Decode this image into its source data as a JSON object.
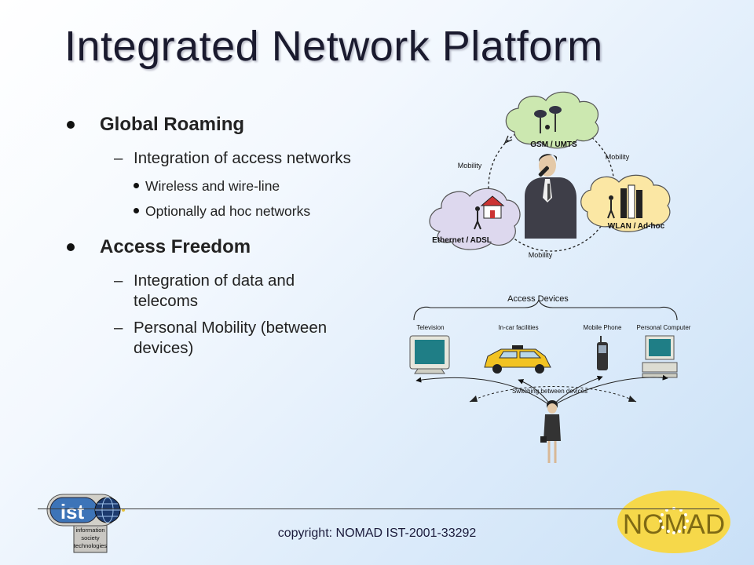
{
  "slide": {
    "title": "Integrated Network Platform",
    "bullets": [
      {
        "text": "Global Roaming",
        "sub": [
          {
            "text": "Integration of access networks",
            "sub": [
              "Wireless and wire-line",
              "Optionally ad hoc networks"
            ]
          }
        ]
      },
      {
        "text": "Access Freedom",
        "sub": [
          {
            "text": "Integration of data and telecoms",
            "sub": []
          },
          {
            "text": "Personal Mobility (between devices)",
            "sub": []
          }
        ]
      }
    ]
  },
  "network_diagram": {
    "clouds": [
      "GSM / UMTS",
      "Ethernet / ADSL",
      "WLAN / Ad-hoc"
    ],
    "mobility_labels": [
      "Mobility",
      "Mobility",
      "Mobility"
    ]
  },
  "devices_diagram": {
    "header": "Access Devices",
    "devices": [
      "Television",
      "In-car facilities",
      "Mobile Phone",
      "Personal Computer"
    ],
    "switch_label": "Switching between devices"
  },
  "footer": {
    "copyright": "copyright: NOMAD IST-2001-33292",
    "ist_logo_text": "ist",
    "ist_logo_caption": [
      "information",
      "society",
      "technologies"
    ],
    "nomad_logo_text": "NOMAD"
  },
  "colors": {
    "title": "#1a1a2e",
    "cloud_gsm": "#cce8b0",
    "cloud_eth": "#ddd8ee",
    "cloud_wlan": "#fbe7a4",
    "nomad_logo": "#f6d84a"
  }
}
